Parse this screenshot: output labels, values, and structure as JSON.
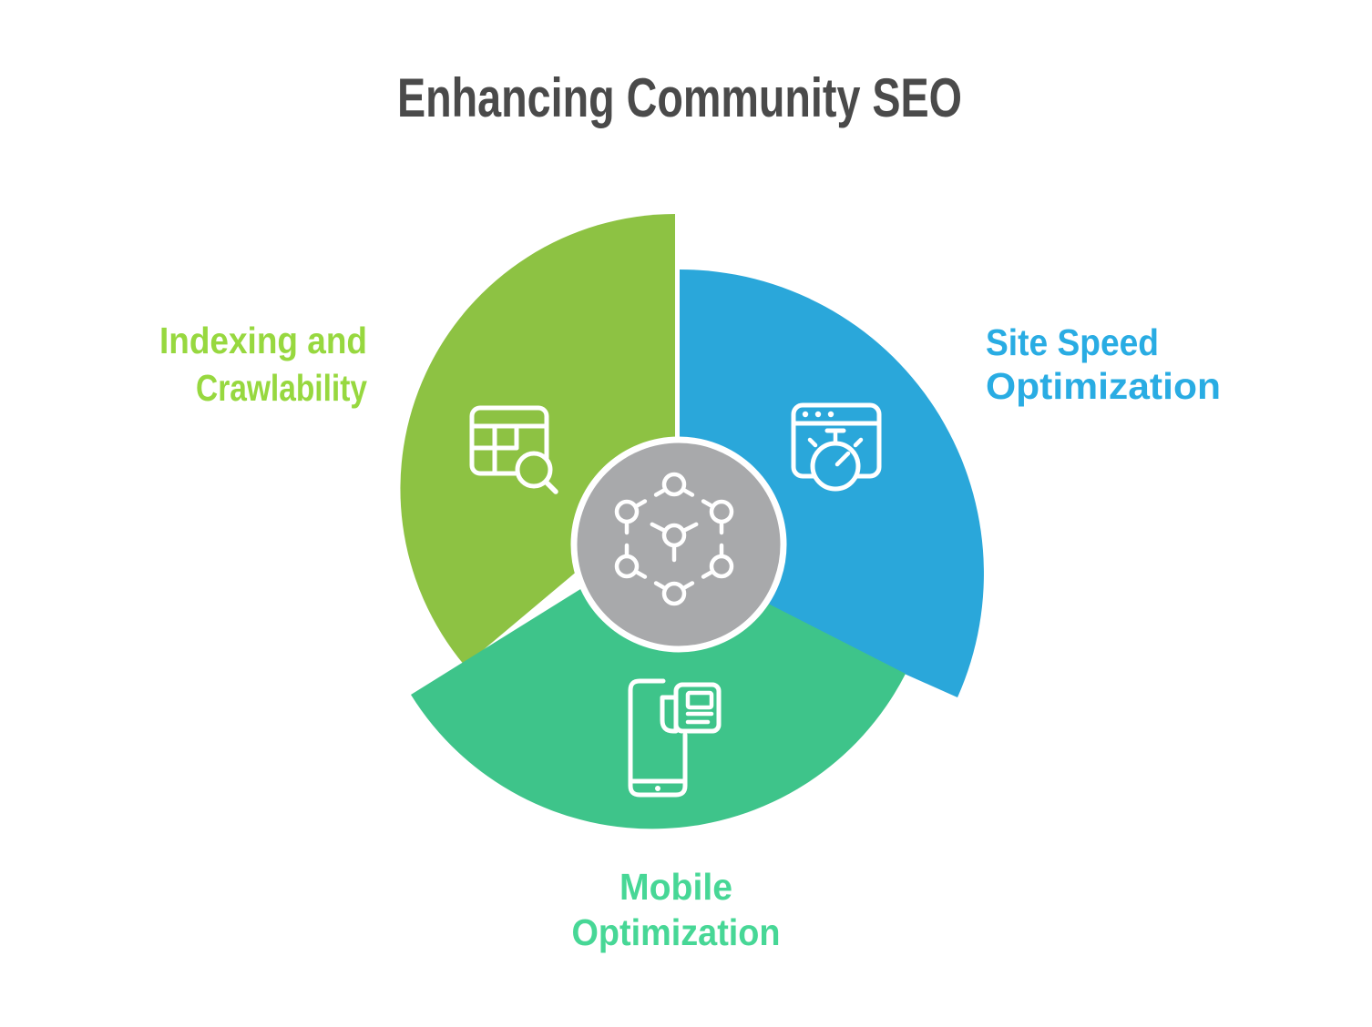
{
  "title": {
    "text": "Enhancing Community SEO",
    "color": "#4A4A4A"
  },
  "center_hub": {
    "fill": "#A8A9AB",
    "ring_color": "#FFFFFF",
    "icon": "network-nodes-icon"
  },
  "segments": [
    {
      "name": "indexing-and-crawlability",
      "label_line1": "Indexing and",
      "label_line2": "Crawlability",
      "wedge_color": "#8DC243",
      "label_color": "#97D83F",
      "icon": "table-search-icon"
    },
    {
      "name": "site-speed-optimization",
      "label_line1": "Site Speed",
      "label_line2": "Optimization",
      "wedge_color": "#2AA7DA",
      "label_color": "#29ACE3",
      "icon": "browser-stopwatch-icon"
    },
    {
      "name": "mobile-optimization",
      "label_line1": "Mobile",
      "label_line2": "Optimization",
      "wedge_color": "#3EC48A",
      "label_color": "#47D796",
      "icon": "phone-news-icon"
    }
  ]
}
